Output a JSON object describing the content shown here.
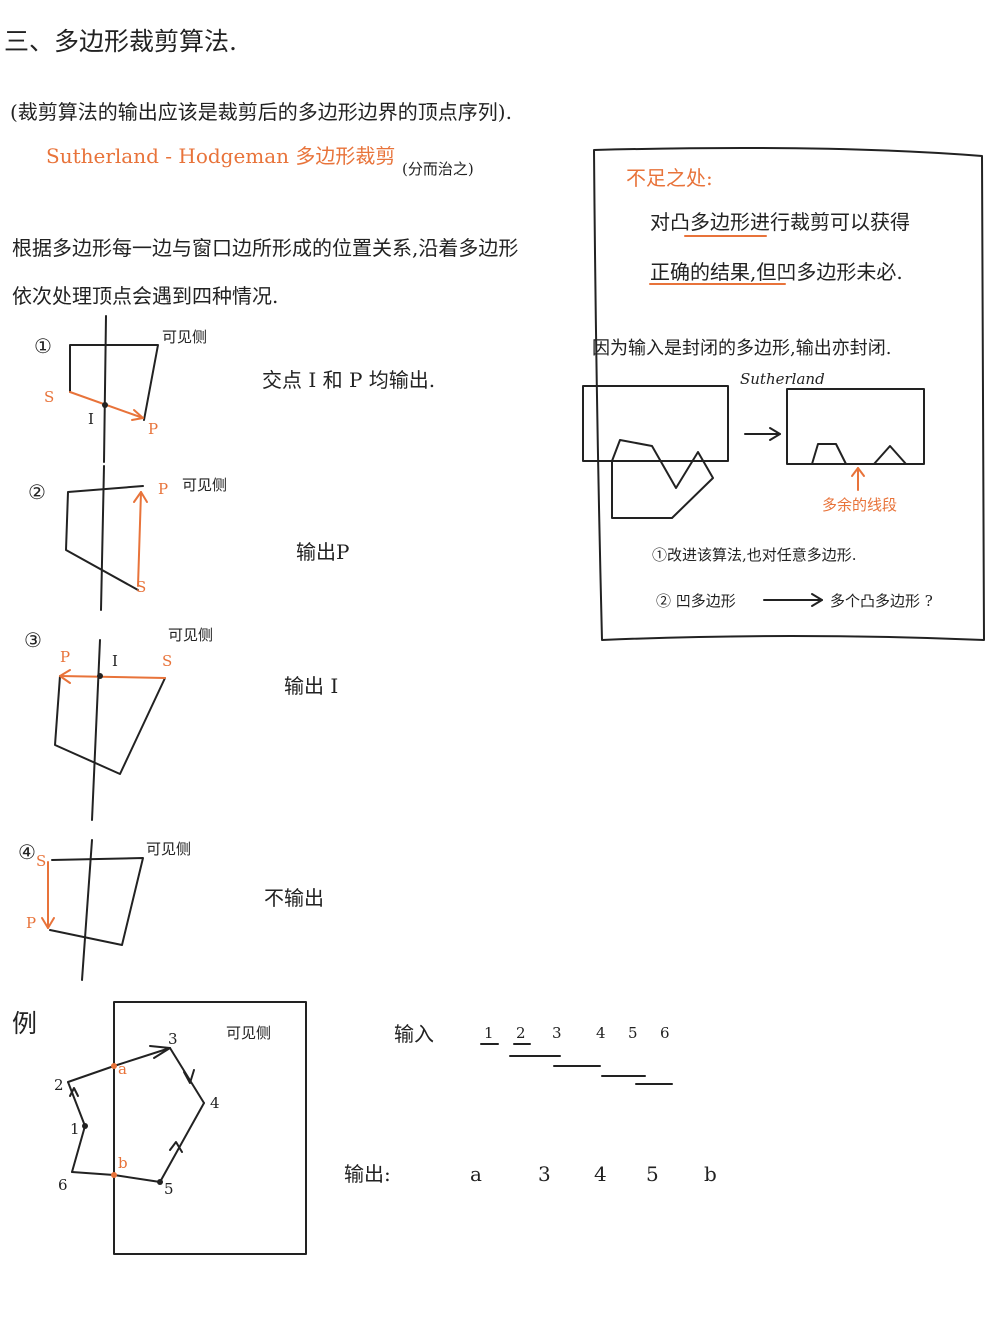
{
  "heading": "三、多边形裁剪算法.",
  "note": "(裁剪算法的输出应该是裁剪后的多边形边界的顶点序列).",
  "method_name": "Sutherland - Hodgeman 多边形裁剪",
  "method_tag": "(分而治之)",
  "intro_line1": "根据多边形每一边与窗口边所形成的位置关系,沿着多边形",
  "intro_line2": "依次处理顶点会遇到四种情况.",
  "cases": [
    {
      "num": "①",
      "side": "可见侧",
      "s": "S",
      "p": "P",
      "i": "I",
      "result": "交点 I 和 P 均输出."
    },
    {
      "num": "②",
      "side": "可见侧",
      "s": "S",
      "p": "P",
      "result": "输出P"
    },
    {
      "num": "③",
      "side": "可见侧",
      "s": "S",
      "p": "P",
      "i": "I",
      "result": "输出 I"
    },
    {
      "num": "④",
      "side": "可见侧",
      "s": "S",
      "p": "P",
      "result": "不输出"
    }
  ],
  "example": {
    "label": "例",
    "side": "可见侧",
    "vertices": [
      "1",
      "2",
      "3",
      "4",
      "5",
      "6"
    ],
    "intersections": [
      "a",
      "b"
    ],
    "input_label": "输入",
    "input_seq": [
      "1",
      "2",
      "3",
      "4",
      "5",
      "6"
    ],
    "output_label": "输出:",
    "output_seq": [
      "a",
      "3",
      "4",
      "5",
      "b"
    ]
  },
  "box": {
    "title": "不足之处:",
    "line1": "对凸多边形进行裁剪可以获得",
    "line2": "正确的结果,但凹多边形未必.",
    "line3": "因为输入是封闭的多边形,输出亦封闭.",
    "figure_label": "Sutherland",
    "extra_label": "多余的线段",
    "item1": "①改进该算法,也对任意多边形.",
    "item2_left": "② 凹多边形",
    "item2_right": "多个凸多边形 ?"
  }
}
